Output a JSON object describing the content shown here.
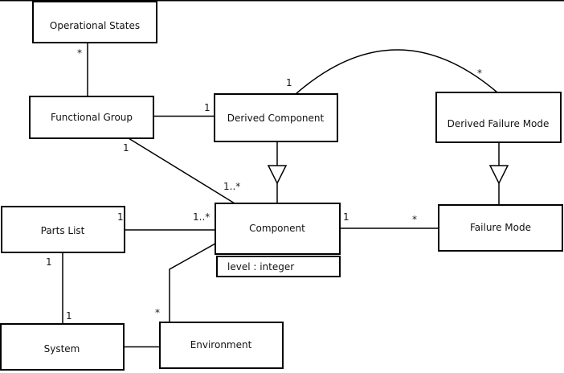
{
  "diagram": {
    "background": "#ffffff",
    "line_color": "#000000",
    "classes": {
      "operational_states": {
        "label": "Operational States"
      },
      "functional_group": {
        "label": "Functional Group"
      },
      "derived_component": {
        "label": "Derived Component"
      },
      "derived_failure_mode": {
        "label": "Derived Failure Mode"
      },
      "parts_list": {
        "label": "Parts List"
      },
      "component": {
        "label": "Component",
        "attribute": "level : integer"
      },
      "failure_mode": {
        "label": "Failure Mode"
      },
      "system": {
        "label": "System"
      },
      "environment": {
        "label": "Environment"
      }
    },
    "multiplicities": {
      "operational_states_functional_group": "*",
      "functional_group_derived_component": "1",
      "derived_component_arc": "1",
      "derived_failure_mode_arc": "*",
      "functional_group_component_near": "1",
      "functional_group_component_far": "1..*",
      "parts_list_component_near": "1",
      "parts_list_component_far": "1..*",
      "component_failure_mode_near": "1",
      "component_failure_mode_far": "*",
      "parts_list_system_near": "1",
      "parts_list_system_far": "1",
      "environment_component_near": "*"
    }
  }
}
